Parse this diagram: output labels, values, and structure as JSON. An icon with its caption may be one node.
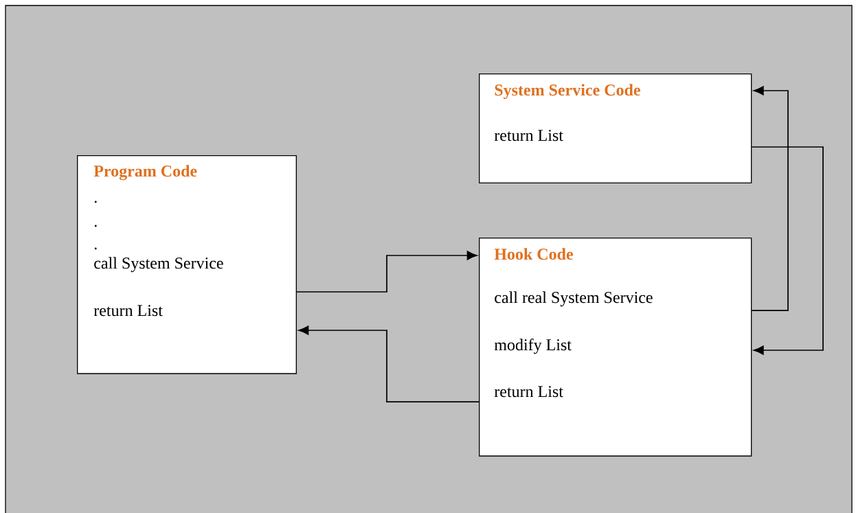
{
  "diagram": {
    "nodes": [
      {
        "text": [
          "Program Code",
          ".",
          ".",
          ".",
          "call System Service",
          "return List"
        ]
      },
      {
        "text": [
          "System Service Code",
          "return List"
        ]
      },
      {
        "text": [
          "Hook Code",
          "call real System Service",
          "modify List",
          "return List"
        ]
      }
    ],
    "edges": [
      {
        "from": 0,
        "to": 2,
        "arrow": "to"
      },
      {
        "from": 2,
        "to": 0,
        "arrow": "to"
      },
      {
        "from": 2,
        "to": 1,
        "arrow": "to"
      },
      {
        "from": 1,
        "to": 2,
        "arrow": "to"
      }
    ]
  }
}
